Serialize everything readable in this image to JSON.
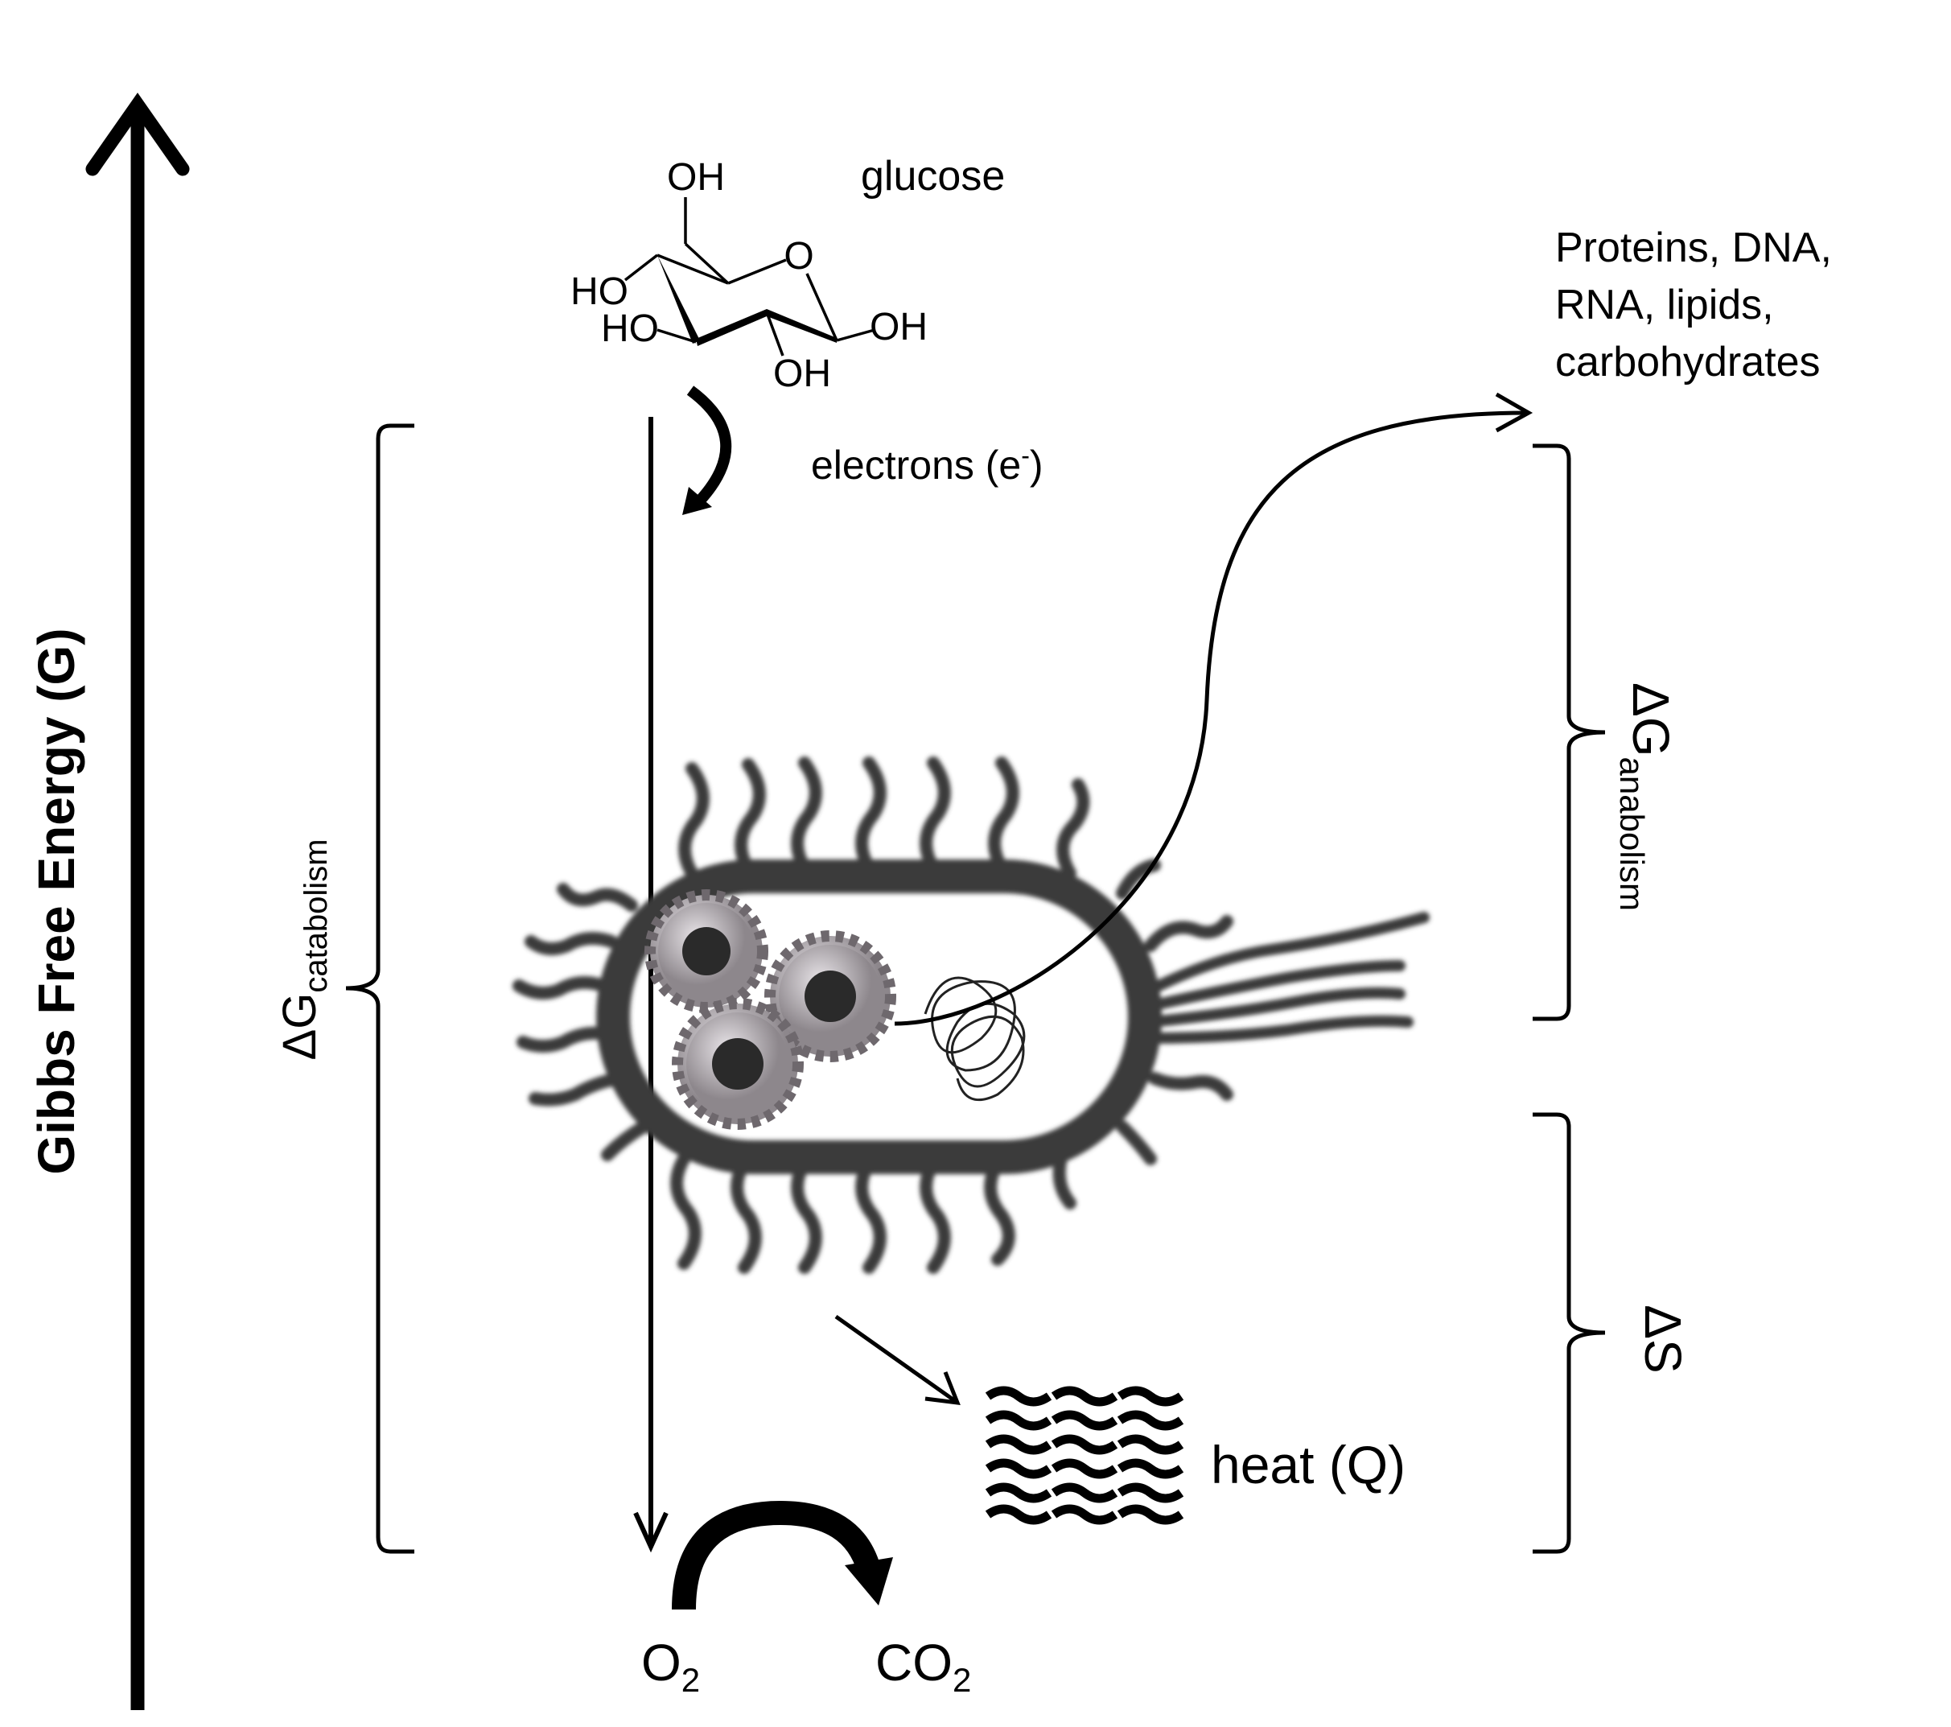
{
  "axis": {
    "label": "Gibbs Free Energy (G)"
  },
  "molecule": {
    "name": "glucose",
    "groups": {
      "top_oh": "OH",
      "left_ho_upper": "HO",
      "left_ho_lower": "HO",
      "bottom_oh": "OH",
      "right_oh": "OH",
      "ring_o": "O"
    }
  },
  "electrons": {
    "label": "electrons (e",
    "superscript": "-",
    "close": ")"
  },
  "products": {
    "lines": [
      "Proteins, DNA,",
      "RNA, lipids,",
      "carbohydrates"
    ]
  },
  "catabolism": {
    "delta": "ΔG",
    "subscript": "catabolism"
  },
  "anabolism": {
    "delta": "ΔG",
    "subscript": "anabolism"
  },
  "entropy": {
    "label": "ΔS"
  },
  "heat": {
    "label": "heat (Q)"
  },
  "oxygen": {
    "base": "O",
    "sub": "2"
  },
  "co2": {
    "base": "CO",
    "sub": "2"
  },
  "colors": {
    "ink": "#000000",
    "cell": "#3a3a3a",
    "gear": "#b9b4b8"
  }
}
